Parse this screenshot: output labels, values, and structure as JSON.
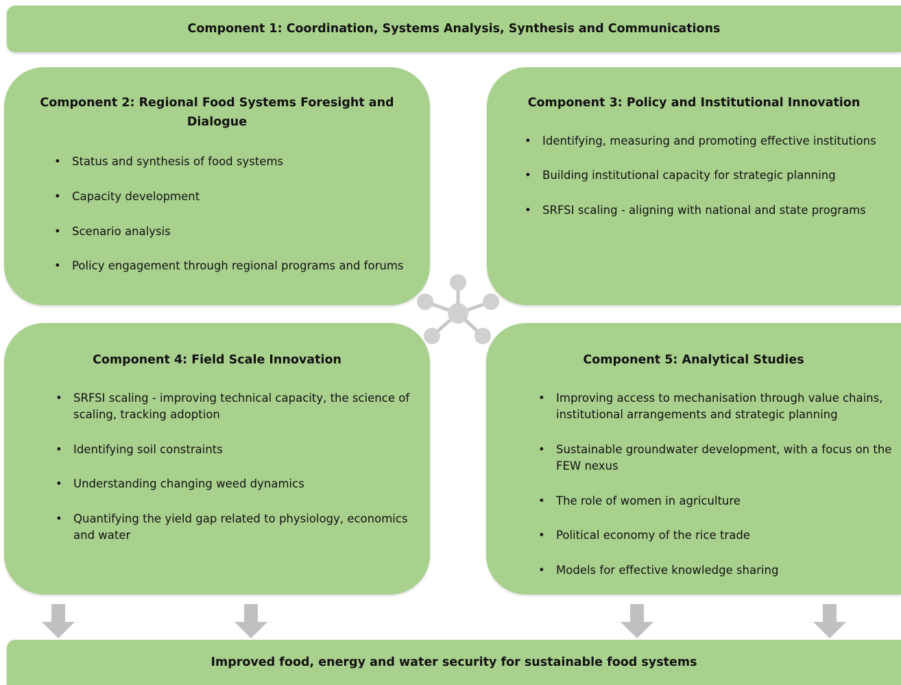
{
  "component1": {
    "title": "Component 1: Coordination, Systems Analysis, Synthesis and Communications"
  },
  "component2": {
    "title_line1": "Component 2: Regional Food Systems Foresight and",
    "title_line2": "Dialogue",
    "bullets": [
      "Status and synthesis of food systems",
      "Capacity development",
      "Scenario analysis",
      "Policy engagement through regional programs and forums"
    ]
  },
  "component3": {
    "title": "Component 3: Policy and Institutional Innovation",
    "bullets": [
      "Identifying, measuring and promoting effective institutions",
      "Building institutional capacity for strategic planning",
      "SRFSI scaling - aligning with national and state programs"
    ]
  },
  "component4": {
    "title": "Component 4: Field Scale Innovation",
    "bullets": [
      [
        "SRFSI scaling - improving technical capacity, the science of",
        "scaling, tracking adoption"
      ],
      [
        "Identifying soil constraints"
      ],
      [
        "Understanding changing weed dynamics"
      ],
      [
        "Quantifying the yield gap related to physiology, economics",
        "and water"
      ]
    ]
  },
  "component5": {
    "title": "Component 5: Analytical Studies",
    "bullets": [
      [
        "Improving access to mechanisation through value chains,",
        "institutional arrangements and strategic planning"
      ],
      [
        "Sustainable groundwater development, with a focus on the",
        "FEW nexus"
      ],
      [
        "The role of women in agriculture"
      ],
      [
        "Political economy of the rice trade"
      ],
      [
        "Models for effective knowledge sharing"
      ]
    ]
  },
  "outcome": {
    "title": "Improved food, energy and water security for sustainable food systems"
  },
  "bullet_symbol": "•",
  "colors": {
    "box_fill": "#a9d18e",
    "hub": "#d0d0d0",
    "arrow": "#c0c0c0"
  },
  "icons": {
    "hub": "network-hub-icon",
    "arrow": "down-arrow-icon"
  }
}
